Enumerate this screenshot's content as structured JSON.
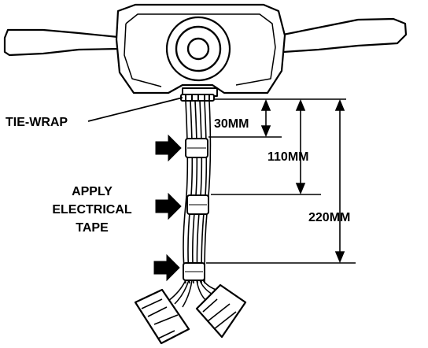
{
  "labels": {
    "tie_wrap": "TIE-WRAP",
    "apply_line1": "APPLY",
    "apply_line2": "ELECTRICAL",
    "apply_line3": "TAPE",
    "dim_30": "30MM",
    "dim_110": "110MM",
    "dim_220": "220MM"
  },
  "colors": {
    "ink": "#000000",
    "paper": "#ffffff"
  }
}
